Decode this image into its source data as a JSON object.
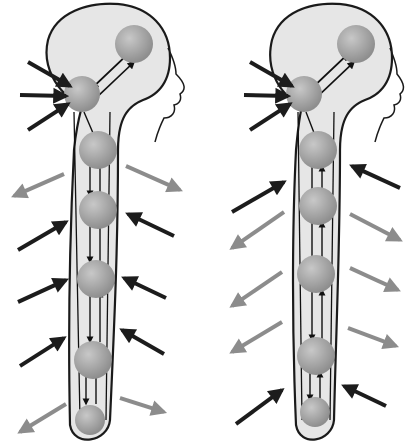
{
  "colors": {
    "background": "#ffffff",
    "outline": "#1a1a1a",
    "body_fill": "#e6e6e6",
    "node_fill": "#9a9a9a",
    "node_highlight": "#c4c4c4",
    "dark_arrow": "#1c1c1c",
    "light_arrow": "#8c8c8c",
    "inner_arrow": "#111111"
  },
  "figures": [
    {
      "name": "left-figure",
      "nodes": [
        "head-node",
        "junction-node",
        "chain-node-1",
        "chain-node-2",
        "chain-node-3",
        "chain-node-4",
        "bottom-node"
      ],
      "external_arrows": [
        {
          "side": "left",
          "direction": "inward",
          "tone": "dark"
        },
        {
          "side": "left",
          "direction": "inward",
          "tone": "dark"
        },
        {
          "side": "left",
          "direction": "inward",
          "tone": "dark"
        },
        {
          "side": "left",
          "direction": "outward",
          "tone": "light"
        },
        {
          "side": "right",
          "direction": "outward",
          "tone": "light"
        },
        {
          "side": "left",
          "direction": "inward",
          "tone": "dark"
        },
        {
          "side": "right",
          "direction": "inward",
          "tone": "dark"
        },
        {
          "side": "left",
          "direction": "inward",
          "tone": "dark"
        },
        {
          "side": "right",
          "direction": "inward",
          "tone": "dark"
        },
        {
          "side": "left",
          "direction": "inward",
          "tone": "dark"
        },
        {
          "side": "right",
          "direction": "inward",
          "tone": "dark"
        },
        {
          "side": "left",
          "direction": "outward",
          "tone": "light"
        },
        {
          "side": "right",
          "direction": "outward",
          "tone": "light"
        }
      ]
    },
    {
      "name": "right-figure",
      "nodes": [
        "head-node",
        "junction-node",
        "chain-node-1",
        "chain-node-2",
        "chain-node-3",
        "chain-node-4",
        "bottom-node"
      ],
      "external_arrows": [
        {
          "side": "left",
          "direction": "inward",
          "tone": "dark"
        },
        {
          "side": "left",
          "direction": "inward",
          "tone": "dark"
        },
        {
          "side": "left",
          "direction": "inward",
          "tone": "dark"
        },
        {
          "side": "left",
          "direction": "inward",
          "tone": "dark"
        },
        {
          "side": "right",
          "direction": "inward",
          "tone": "dark"
        },
        {
          "side": "left",
          "direction": "outward",
          "tone": "light"
        },
        {
          "side": "right",
          "direction": "outward",
          "tone": "light"
        },
        {
          "side": "left",
          "direction": "outward",
          "tone": "light"
        },
        {
          "side": "right",
          "direction": "outward",
          "tone": "light"
        },
        {
          "side": "left",
          "direction": "outward",
          "tone": "light"
        },
        {
          "side": "right",
          "direction": "outward",
          "tone": "light"
        },
        {
          "side": "left",
          "direction": "inward",
          "tone": "dark"
        },
        {
          "side": "right",
          "direction": "inward",
          "tone": "dark"
        }
      ]
    }
  ]
}
